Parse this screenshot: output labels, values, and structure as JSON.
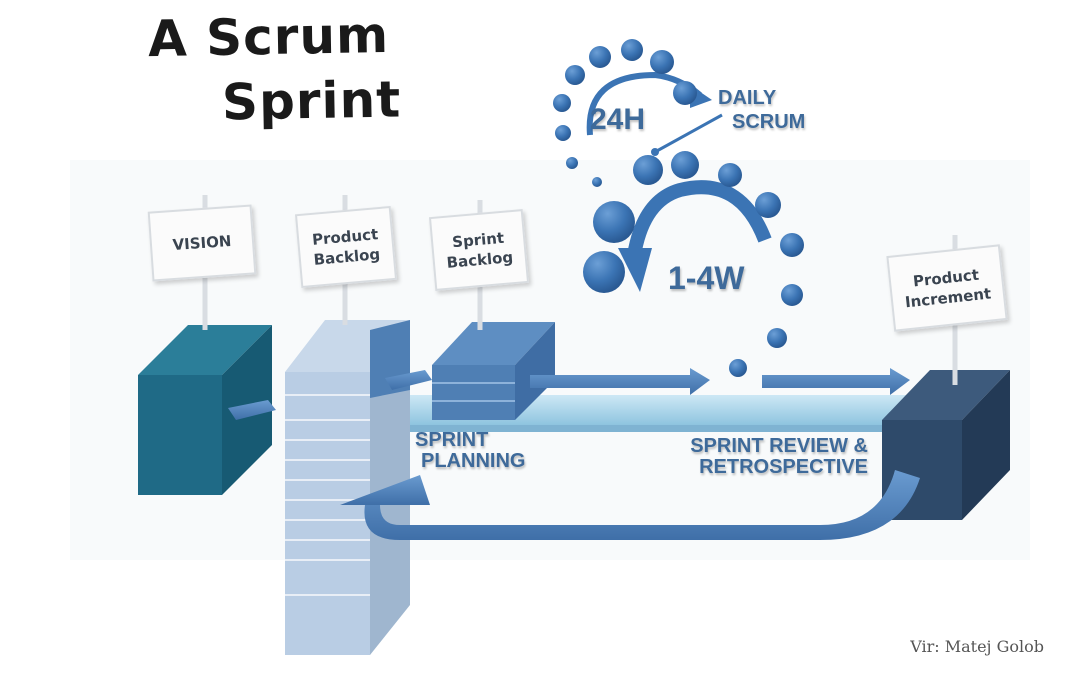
{
  "title": {
    "line1": "A Scrum",
    "line2": "Sprint"
  },
  "signs": {
    "vision": {
      "line1": "VISION",
      "line2": ""
    },
    "product_backlog": {
      "line1": "Product",
      "line2": "Backlog"
    },
    "sprint_backlog": {
      "line1": "Sprint",
      "line2": "Backlog"
    },
    "product_increment": {
      "line1": "Product",
      "line2": "Increment"
    }
  },
  "cycle": {
    "daily_duration": "24H",
    "daily_label_line1": "DAILY",
    "daily_label_line2": "SCRUM",
    "sprint_duration": "1-4W"
  },
  "phases": {
    "planning_line1": "SPRINT",
    "planning_line2": "PLANNING",
    "review_line1": "SPRINT REVIEW &",
    "review_line2": "RETROSPECTIVE"
  },
  "credit": "Vir: Matej Golob",
  "colors": {
    "vision_box": "#1f6a86",
    "backlog_stack": "#b9cde4",
    "sprint_box": "#4f7fb4",
    "increment_box": "#2e4a6a",
    "arrow": "#4a7fb6",
    "platform": "#a9d3e8",
    "bubble": "#3b74b4",
    "text_blue": "#3e6a9a"
  }
}
